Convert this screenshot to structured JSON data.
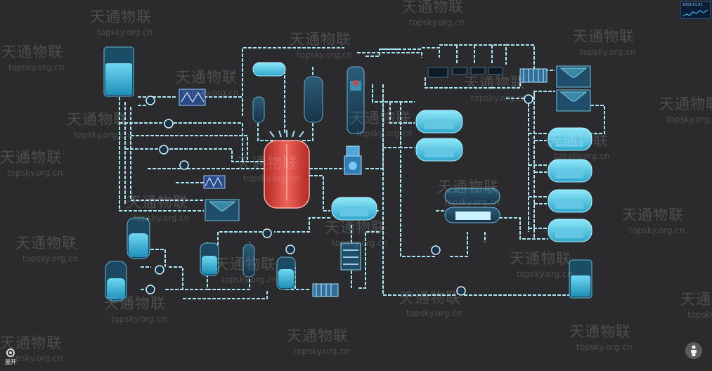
{
  "watermark": {
    "brand": "天通物联",
    "url": "topsky.org.cn"
  },
  "controls": {
    "expand_label": "展开",
    "expand_icon": "eye-icon",
    "person_icon": "person-icon"
  },
  "thumbnail": {
    "title": "2019.01.01"
  },
  "colors": {
    "background": "#2b2b2d",
    "pipe": "#9fe3f5",
    "tank_fill": "#47c6e6",
    "reactor": "#e8493f",
    "equipment_dark": "#1e3d52"
  }
}
